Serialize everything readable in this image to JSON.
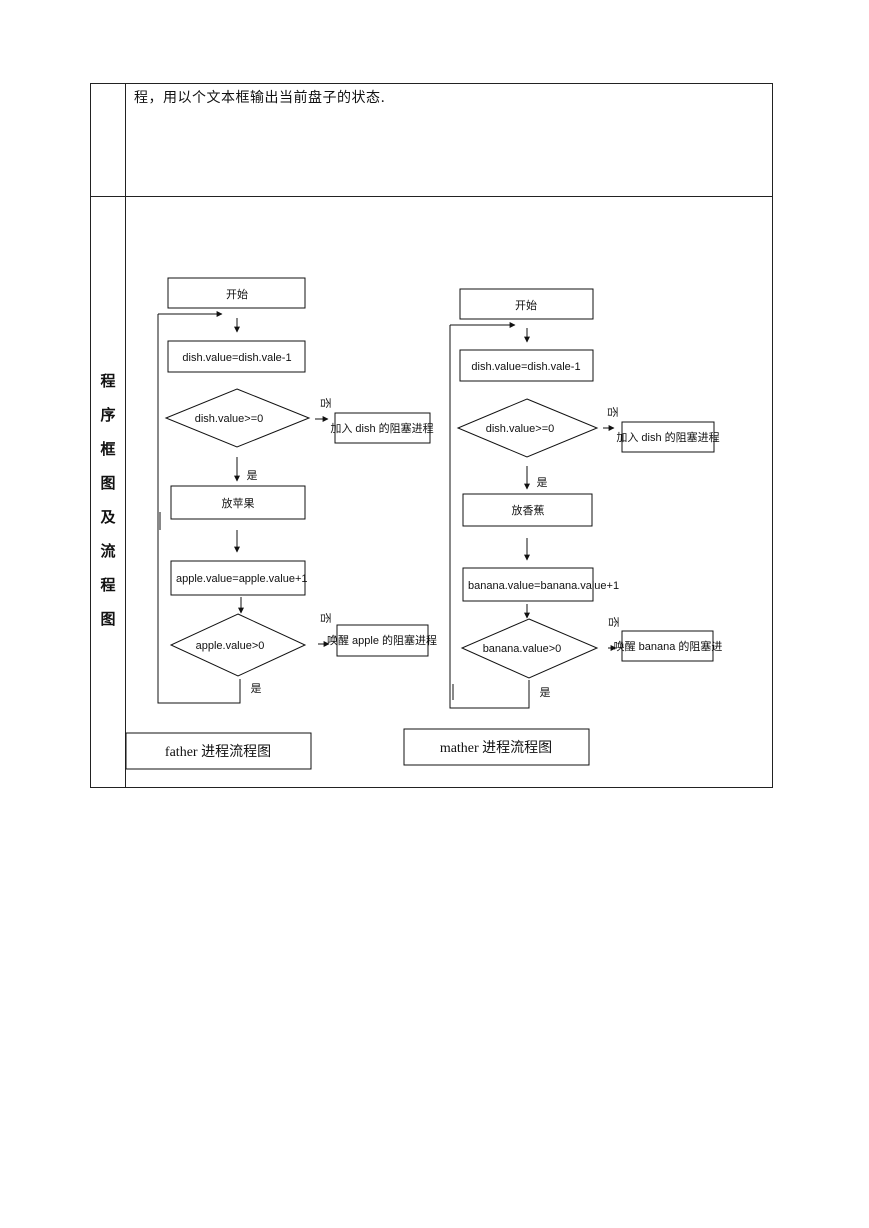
{
  "intro_text": "程，用以个文本框输出当前盘子的状态.",
  "side_label": [
    "程",
    "序",
    "框",
    "图",
    "及",
    "流",
    "程",
    "图"
  ],
  "father": {
    "start": "开始",
    "dish_dec": "dish.value=dish.vale-1",
    "dish_check": "dish.value>=0",
    "no": "否",
    "yes": "是",
    "block_dish": "加入 dish 的阻塞进程",
    "put_fruit": "放苹果",
    "apple_inc": "apple.value=apple.value+1",
    "apple_check": "apple.value>0",
    "wake_apple": "唤醒 apple 的阻塞进程",
    "caption": "father  进程流程图"
  },
  "mather": {
    "start": "开始",
    "dish_dec": "dish.value=dish.vale-1",
    "dish_check": "dish.value>=0",
    "no": "否",
    "yes": "是",
    "block_dish": "加入 dish 的阻塞进程",
    "put_fruit": "放香蕉",
    "banana_inc": "banana.value=banana.value+1",
    "banana_check": "banana.value>0",
    "wake_banana": "唤醒 banana 的阻塞进",
    "caption": "mather  进程流程图"
  }
}
